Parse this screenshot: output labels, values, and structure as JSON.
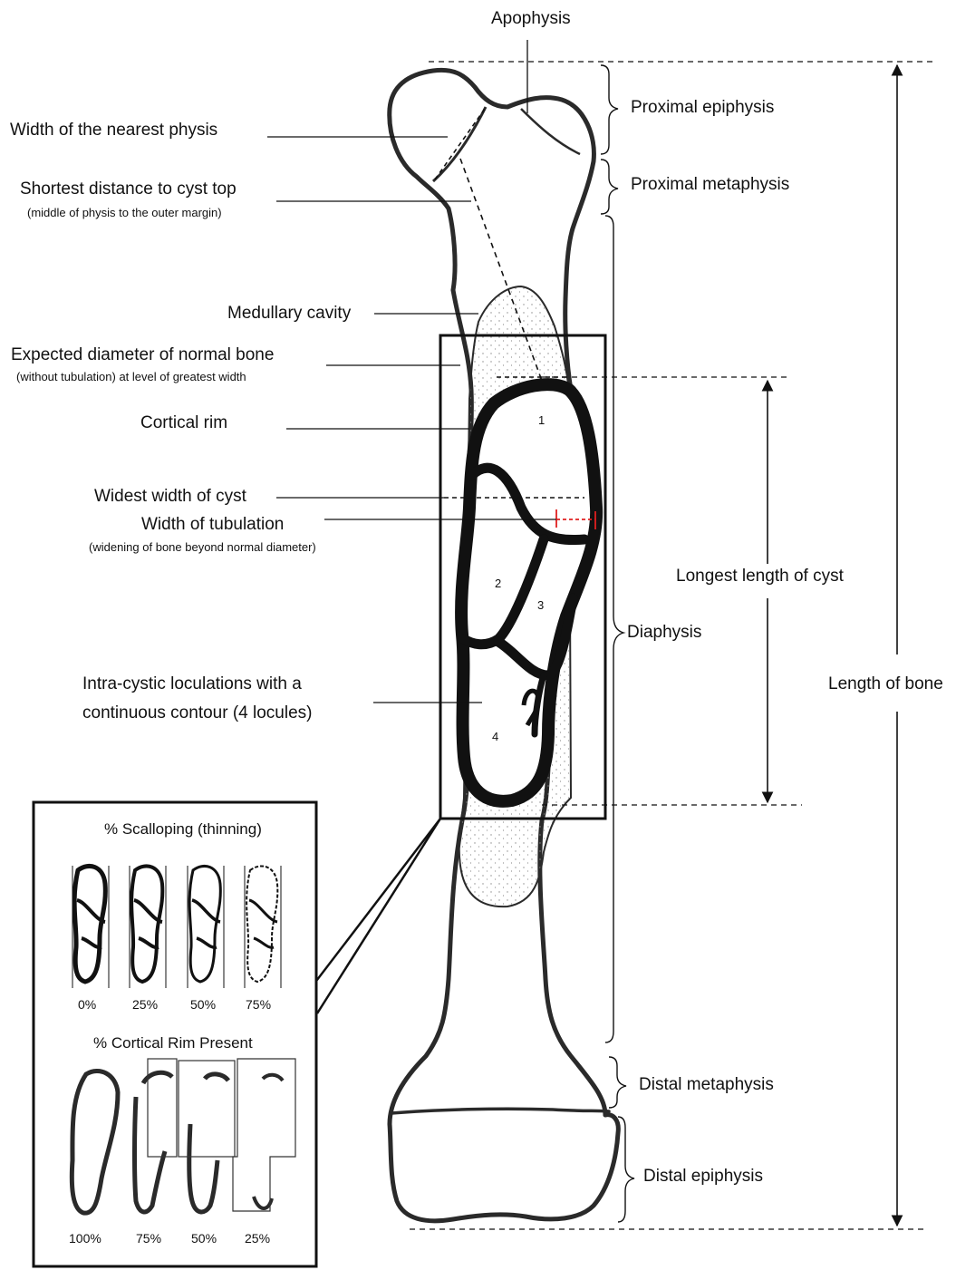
{
  "labels": {
    "apophysis": "Apophysis",
    "width_nearest_physis": "Width of the nearest physis",
    "shortest_distance": "Shortest distance to cyst top",
    "shortest_distance_sub": "(middle of physis to the outer margin)",
    "medullary_cavity": "Medullary cavity",
    "expected_diameter": "Expected diameter of normal bone",
    "expected_diameter_sub": "(without tubulation) at level of greatest width",
    "cortical_rim": "Cortical rim",
    "widest_width": "Widest width of cyst",
    "width_tubulation": "Width of tubulation",
    "width_tubulation_sub": "(widening of bone beyond normal diameter)",
    "loculations_line1": "Intra-cystic loculations with a",
    "loculations_line2": "continuous contour (4 locules)",
    "proximal_epiphysis": "Proximal epiphysis",
    "proximal_metaphysis": "Proximal metaphysis",
    "diaphysis": "Diaphysis",
    "distal_metaphysis": "Distal metaphysis",
    "distal_epiphysis": "Distal epiphysis",
    "longest_length": "Longest length of cyst",
    "length_of_bone": "Length of bone"
  },
  "locules": [
    "1",
    "2",
    "3",
    "4"
  ],
  "inset": {
    "scalloping_title": "% Scalloping (thinning)",
    "scalloping_values": [
      "0%",
      "25%",
      "50%",
      "75%"
    ],
    "cortical_title": "% Cortical Rim Present",
    "cortical_values": [
      "100%",
      "75%",
      "50%",
      "25%"
    ]
  },
  "colors": {
    "ink": "#111111",
    "bone_outline": "#2a2a2a",
    "tubulation_marker": "#e02020",
    "stipple": "#9a9a9a"
  }
}
